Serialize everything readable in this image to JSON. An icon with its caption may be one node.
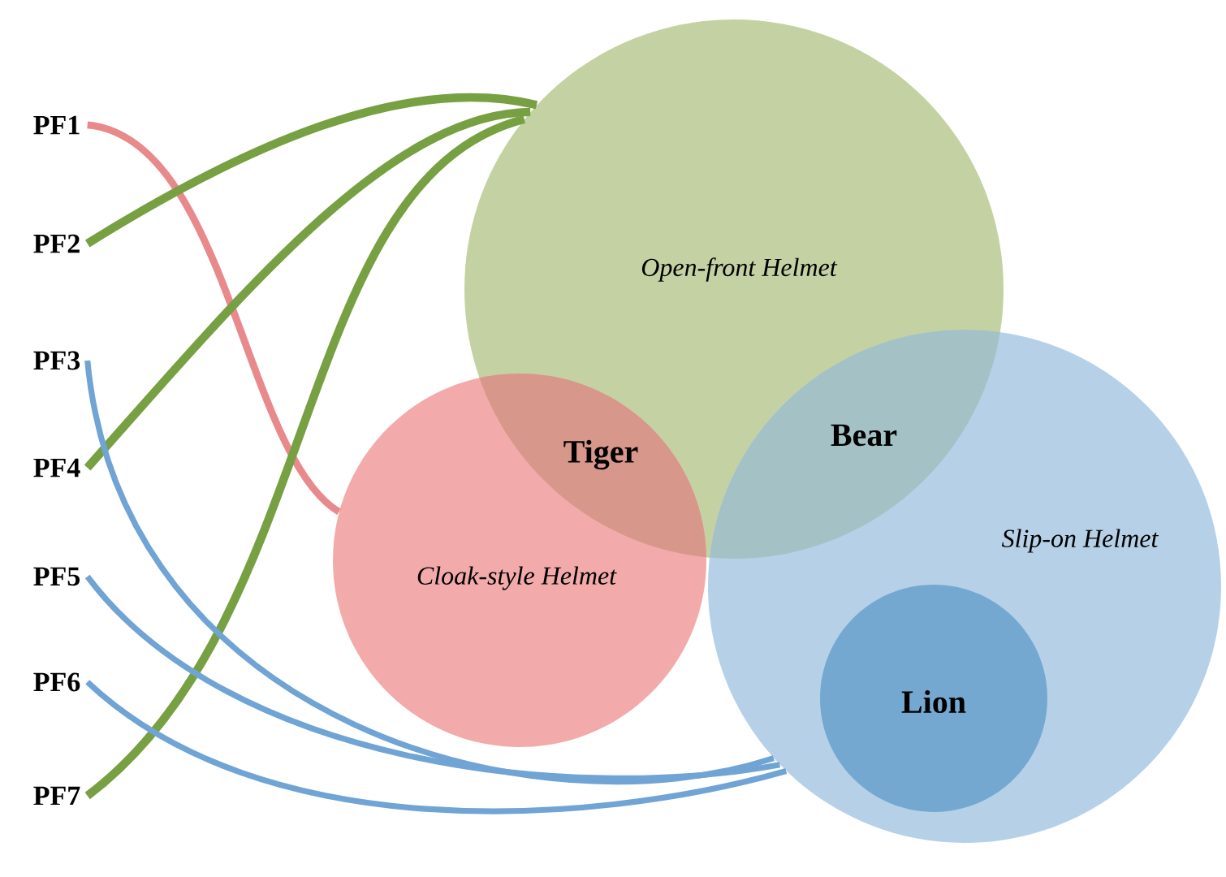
{
  "diagram": {
    "nodes": [
      {
        "text": [
          "PF1"
        ]
      },
      {
        "text": [
          "PF2"
        ]
      },
      {
        "text": [
          "PF3"
        ]
      },
      {
        "text": [
          "PF4"
        ]
      },
      {
        "text": [
          "PF5"
        ]
      },
      {
        "text": [
          "PF6"
        ]
      },
      {
        "text": [
          "PF7"
        ]
      },
      {
        "text": [
          "Open-front Helmet"
        ]
      },
      {
        "text": [
          "Cloak-style Helmet"
        ]
      },
      {
        "text": [
          "Slip-on Helmet"
        ]
      },
      {
        "text": [
          "Lion"
        ],
        "in": 9
      }
    ],
    "edges": [
      {
        "from": 0,
        "to": 8,
        "arrow": "none",
        "color": "#e8898b"
      },
      {
        "from": 1,
        "to": 7,
        "arrow": "none",
        "color": "#77a043"
      },
      {
        "from": 3,
        "to": 7,
        "arrow": "none",
        "color": "#77a043"
      },
      {
        "from": 6,
        "to": 7,
        "arrow": "none",
        "color": "#77a043"
      },
      {
        "from": 2,
        "to": 9,
        "arrow": "none",
        "color": "#70a4d4"
      },
      {
        "from": 4,
        "to": 9,
        "arrow": "none",
        "color": "#70a4d4"
      },
      {
        "from": 5,
        "to": 9,
        "arrow": "none",
        "color": "#70a4d4"
      }
    ],
    "labels": [
      "Tiger",
      "Bear"
    ]
  }
}
